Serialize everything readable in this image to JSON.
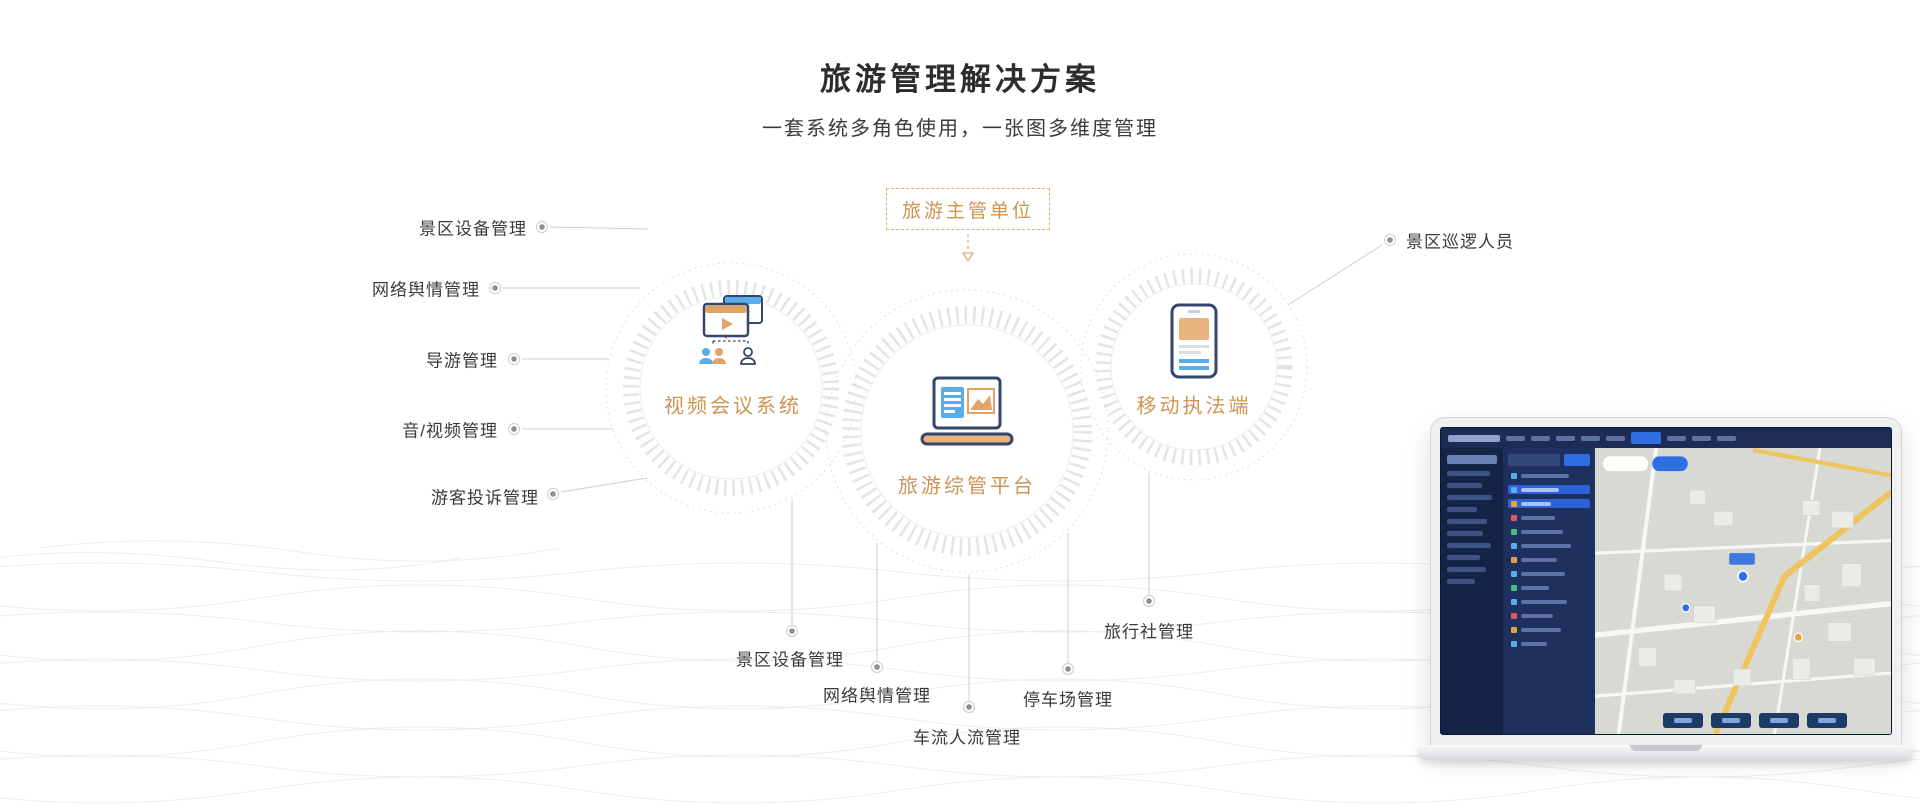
{
  "header": {
    "title": "旅游管理解决方案",
    "subtitle": "一套系统多角色使用，一张图多维度管理"
  },
  "diagram": {
    "authority_box": "旅游主管单位",
    "nodes": {
      "video_conference": "视频会议系统",
      "platform": "旅游综管平台",
      "mobile_enforcement": "移动执法端"
    },
    "left_labels": [
      "景区设备管理",
      "网络舆情管理",
      "导游管理",
      "音/视频管理",
      "游客投诉管理"
    ],
    "right_label": "景区巡逻人员",
    "bottom_labels": [
      "景区设备管理",
      "网络舆情管理",
      "车流人流管理",
      "停车场管理",
      "旅行社管理"
    ]
  },
  "colors": {
    "accent_orange": "#CE9452",
    "icon_navy": "#34466B",
    "icon_blue": "#58AEEA",
    "icon_tan": "#E8B47E",
    "connector_gray": "#cdcdcd",
    "dot_gray": "#8f8f8f",
    "ring_gray": "#e2e2e2",
    "screen_navy": "#1C2C55",
    "highlight_blue": "#2F6FE4"
  }
}
